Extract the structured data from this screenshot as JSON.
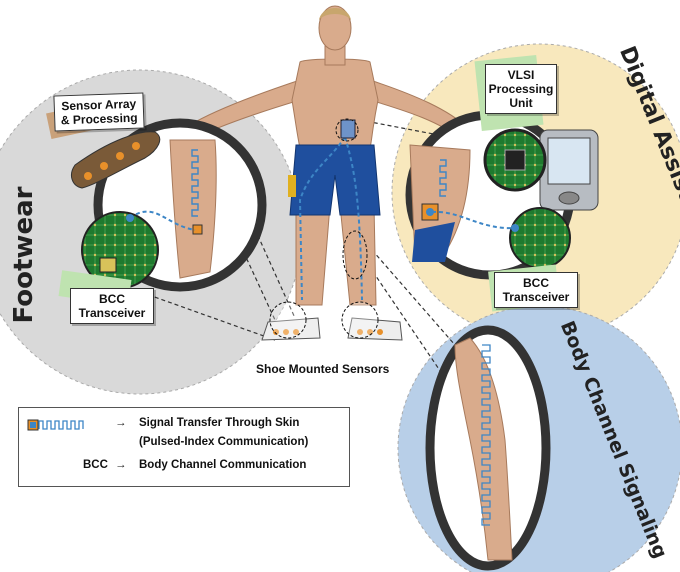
{
  "labels": {
    "sensor_array_line1": "Sensor Array",
    "sensor_array_line2": "& Processing",
    "bcc_left_line1": "BCC",
    "bcc_left_line2": "Transceiver",
    "vlsi_line1": "VLSI",
    "vlsi_line2": "Processing",
    "vlsi_line3": "Unit",
    "bcc_right_line1": "BCC",
    "bcc_right_line2": "Transceiver",
    "shoe_sensors": "Shoe Mounted Sensors"
  },
  "section_titles": {
    "footwear": "Footwear",
    "digital_assistant": "Digital Assistant",
    "body_channel_signaling": "Body Channel Signaling"
  },
  "legend": {
    "arrow": "→",
    "signal_line1": "Signal Transfer Through Skin",
    "signal_line2": "(Pulsed-Index Communication)",
    "bcc_abbrev": "BCC",
    "bcc_meaning": "Body Channel Communication"
  },
  "colors": {
    "footwear_bg": "#d9d9d9",
    "assistant_bg": "#f8e8bd",
    "signaling_bg": "#b8cfe8",
    "signal_line": "#3d86c6",
    "shorts": "#1f4f9e",
    "skin": "#d9ab8c",
    "pcb": "#1f7a2e",
    "sensor_pad": "#e8902a"
  }
}
